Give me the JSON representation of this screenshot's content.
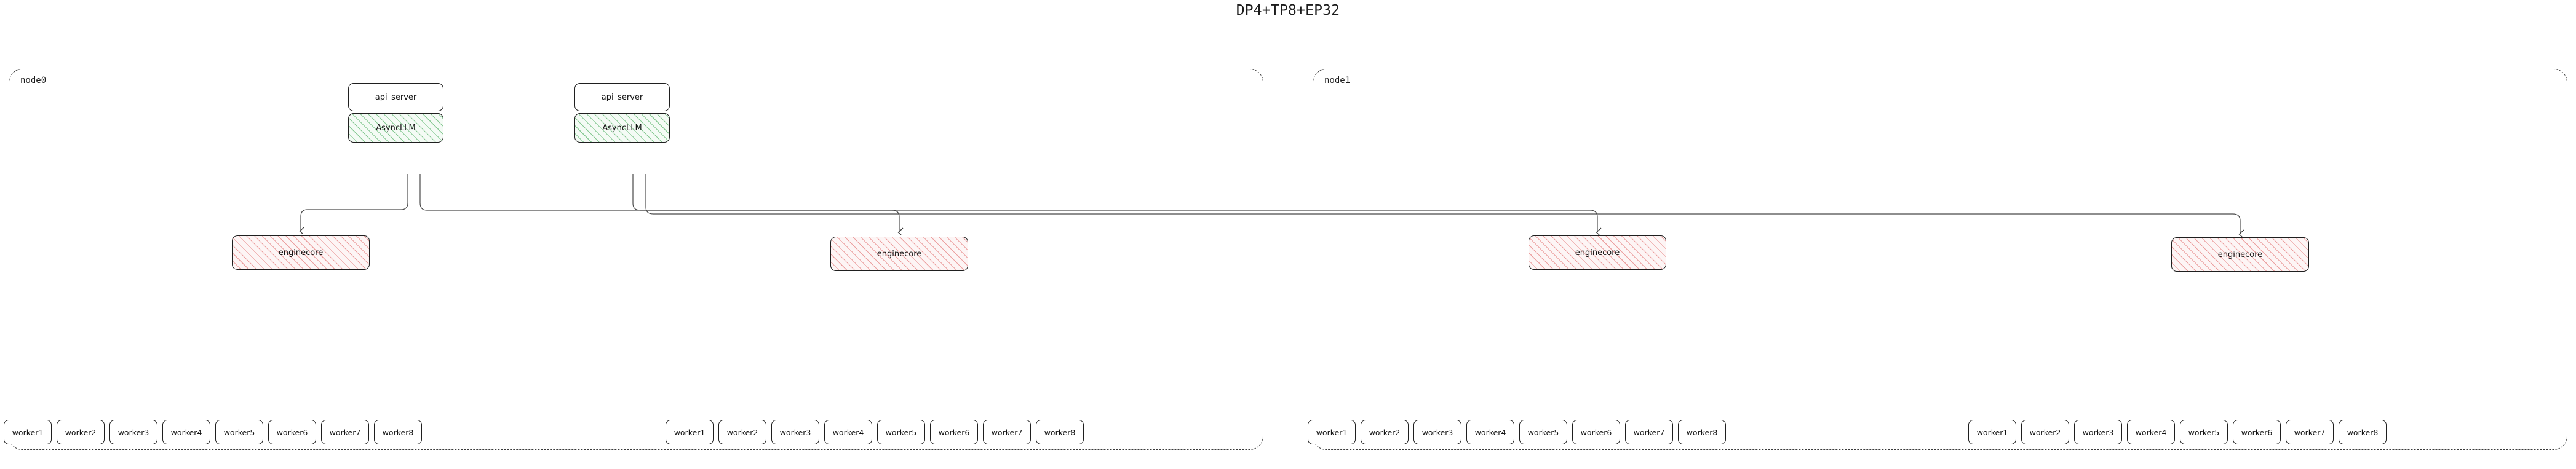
{
  "title": "DP4+TP8+EP32",
  "colors": {
    "background": "#ffffff",
    "stroke": "#1f1f1f",
    "cluster_border": "#3a3a3a",
    "async_hatch": "#2ea043",
    "async_fill": "#f4fbf5",
    "engine_hatch": "#de5a5a",
    "engine_fill": "#fdf5f5",
    "edge": "#4a4a4a",
    "text": "#141414"
  },
  "nodes": [
    {
      "id": "node0",
      "label": "node0",
      "api_servers": [
        {
          "label": "api_server"
        },
        {
          "label": "api_server"
        }
      ],
      "async_llms": [
        {
          "label": "AsyncLLM"
        },
        {
          "label": "AsyncLLM"
        }
      ],
      "enginecores": [
        {
          "label": "enginecore"
        },
        {
          "label": "enginecore"
        }
      ],
      "worker_groups": [
        {
          "workers": [
            {
              "label": "worker1"
            },
            {
              "label": "worker2"
            },
            {
              "label": "worker3"
            },
            {
              "label": "worker4"
            },
            {
              "label": "worker5"
            },
            {
              "label": "worker6"
            },
            {
              "label": "worker7"
            },
            {
              "label": "worker8"
            }
          ]
        },
        {
          "workers": [
            {
              "label": "worker1"
            },
            {
              "label": "worker2"
            },
            {
              "label": "worker3"
            },
            {
              "label": "worker4"
            },
            {
              "label": "worker5"
            },
            {
              "label": "worker6"
            },
            {
              "label": "worker7"
            },
            {
              "label": "worker8"
            }
          ]
        }
      ]
    },
    {
      "id": "node1",
      "label": "node1",
      "api_servers": [],
      "async_llms": [],
      "enginecores": [
        {
          "label": "enginecore"
        },
        {
          "label": "enginecore"
        }
      ],
      "worker_groups": [
        {
          "workers": [
            {
              "label": "worker1"
            },
            {
              "label": "worker2"
            },
            {
              "label": "worker3"
            },
            {
              "label": "worker4"
            },
            {
              "label": "worker5"
            },
            {
              "label": "worker6"
            },
            {
              "label": "worker7"
            },
            {
              "label": "worker8"
            }
          ]
        },
        {
          "workers": [
            {
              "label": "worker1"
            },
            {
              "label": "worker2"
            },
            {
              "label": "worker3"
            },
            {
              "label": "worker4"
            },
            {
              "label": "worker5"
            },
            {
              "label": "worker6"
            },
            {
              "label": "worker7"
            },
            {
              "label": "worker8"
            }
          ]
        }
      ]
    }
  ]
}
